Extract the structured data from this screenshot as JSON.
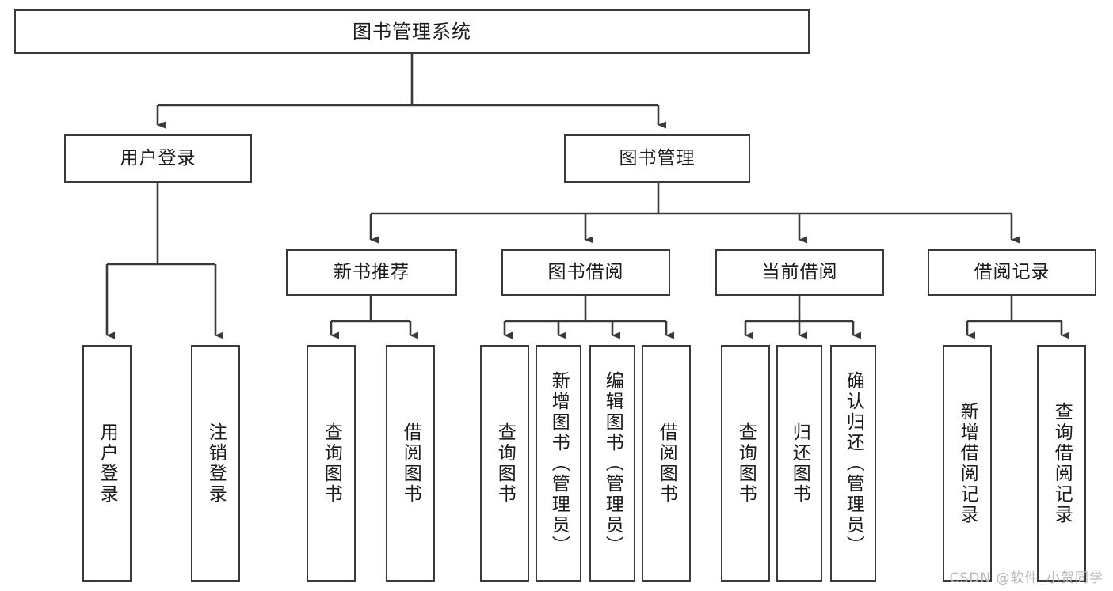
{
  "diagram": {
    "title": "图书管理系统",
    "watermark": "CSDN @软件_小贺同学",
    "line_color": "#3a3a3a",
    "box_fill": "#ffffff",
    "text_color": "#1b1b1b",
    "watermark_color": "#b9b9b9"
  },
  "root": {
    "label": "图书管理系统"
  },
  "level2": [
    {
      "label": "用户登录"
    },
    {
      "label": "图书管理"
    }
  ],
  "level3": [
    {
      "label": "新书推荐"
    },
    {
      "label": "图书借阅"
    },
    {
      "label": "当前借阅"
    },
    {
      "label": "借阅记录"
    }
  ],
  "leaves": {
    "user_login": [
      {
        "label": "用户登录"
      },
      {
        "label": "注销登录"
      }
    ],
    "new_book": [
      {
        "label": "查询图书"
      },
      {
        "label": "借阅图书"
      }
    ],
    "book_borrow": [
      {
        "label": "查询图书"
      },
      {
        "label": "新增图书（管理员）"
      },
      {
        "label": "编辑图书（管理员）"
      },
      {
        "label": "借阅图书"
      }
    ],
    "current_borrow": [
      {
        "label": "查询图书"
      },
      {
        "label": "归还图书"
      },
      {
        "label": "确认归还（管理员）"
      }
    ],
    "borrow_record": [
      {
        "label": "新增借阅记录"
      },
      {
        "label": "查询借阅记录"
      }
    ]
  }
}
